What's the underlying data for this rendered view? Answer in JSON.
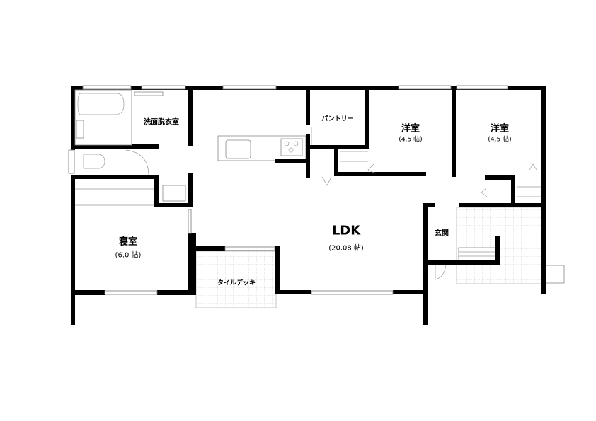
{
  "rooms": {
    "washroom": {
      "name": "洗面脱衣室"
    },
    "pantry": {
      "name": "パントリー"
    },
    "western1": {
      "name": "洋室",
      "size": "(4.5 帖)"
    },
    "western2": {
      "name": "洋室",
      "size": "(4.5 帖)"
    },
    "bedroom": {
      "name": "寝室",
      "size": "(6.0 帖)"
    },
    "ldk": {
      "name": "LDK",
      "size": "(20.08 帖)"
    },
    "entrance": {
      "name": "玄関"
    },
    "deck": {
      "name": "タイルデッキ"
    }
  },
  "colors": {
    "wall": "#000000",
    "fixture": "#888888"
  }
}
